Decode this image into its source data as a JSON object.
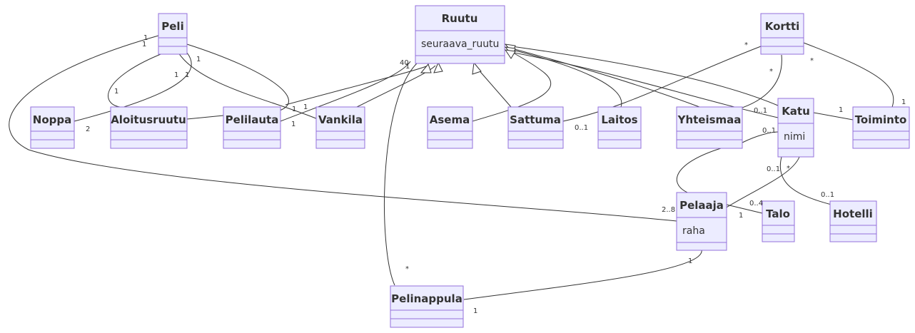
{
  "classes": {
    "peli": {
      "name": "Peli",
      "attrs": []
    },
    "ruutu": {
      "name": "Ruutu",
      "attrs": [
        "seuraava_ruutu"
      ]
    },
    "kortti": {
      "name": "Kortti",
      "attrs": []
    },
    "noppa": {
      "name": "Noppa",
      "attrs": []
    },
    "aloitusruutu": {
      "name": "Aloitusruutu",
      "attrs": []
    },
    "pelilauta": {
      "name": "Pelilauta",
      "attrs": []
    },
    "vankila": {
      "name": "Vankila",
      "attrs": []
    },
    "asema": {
      "name": "Asema",
      "attrs": []
    },
    "sattuma": {
      "name": "Sattuma",
      "attrs": []
    },
    "laitos": {
      "name": "Laitos",
      "attrs": []
    },
    "yhteismaa": {
      "name": "Yhteismaa",
      "attrs": []
    },
    "katu": {
      "name": "Katu",
      "attrs": [
        "nimi"
      ]
    },
    "toiminto": {
      "name": "Toiminto",
      "attrs": []
    },
    "pelaaja": {
      "name": "Pelaaja",
      "attrs": [
        "raha"
      ]
    },
    "talo": {
      "name": "Talo",
      "attrs": []
    },
    "hotelli": {
      "name": "Hotelli",
      "attrs": []
    },
    "pelinappula": {
      "name": "Pelinappula",
      "attrs": []
    }
  },
  "multiplicities": [
    {
      "id": "m-peli-1a",
      "text": "1"
    },
    {
      "id": "m-peli-1b",
      "text": "1"
    },
    {
      "id": "m-peli-1c",
      "text": "1"
    },
    {
      "id": "m-peli-1d",
      "text": "1"
    },
    {
      "id": "m-peli-1e",
      "text": "1"
    },
    {
      "id": "m-alo-1",
      "text": "1"
    },
    {
      "id": "m-noppa-2",
      "text": "2"
    },
    {
      "id": "m-ruutu-40",
      "text": "40"
    },
    {
      "id": "m-ruutu-1",
      "text": "1"
    },
    {
      "id": "m-pelilauta-1a",
      "text": "1"
    },
    {
      "id": "m-pelilauta-1b",
      "text": "1"
    },
    {
      "id": "m-pelilauta-1c",
      "text": "1"
    },
    {
      "id": "m-kortti-star1",
      "text": "*"
    },
    {
      "id": "m-kortti-star2",
      "text": "*"
    },
    {
      "id": "m-kortti-star3",
      "text": "*"
    },
    {
      "id": "m-toiminto-1a",
      "text": "1"
    },
    {
      "id": "m-toiminto-1b",
      "text": "1"
    },
    {
      "id": "m-katu-01a",
      "text": "0..1"
    },
    {
      "id": "m-katu-01b",
      "text": "0..1"
    },
    {
      "id": "m-sattuma-01",
      "text": "0..1"
    },
    {
      "id": "m-katu-01c",
      "text": "0..1"
    },
    {
      "id": "m-katu-star",
      "text": "*"
    },
    {
      "id": "m-hotelli-01",
      "text": "0..1"
    },
    {
      "id": "m-talo-04",
      "text": "0..4"
    },
    {
      "id": "m-pelaaja-1",
      "text": "1"
    },
    {
      "id": "m-pelaaja-28",
      "text": "2..8"
    },
    {
      "id": "m-pelaaja-1b",
      "text": "1"
    },
    {
      "id": "m-nappula-star",
      "text": "*"
    },
    {
      "id": "m-nappula-1",
      "text": "1"
    }
  ]
}
